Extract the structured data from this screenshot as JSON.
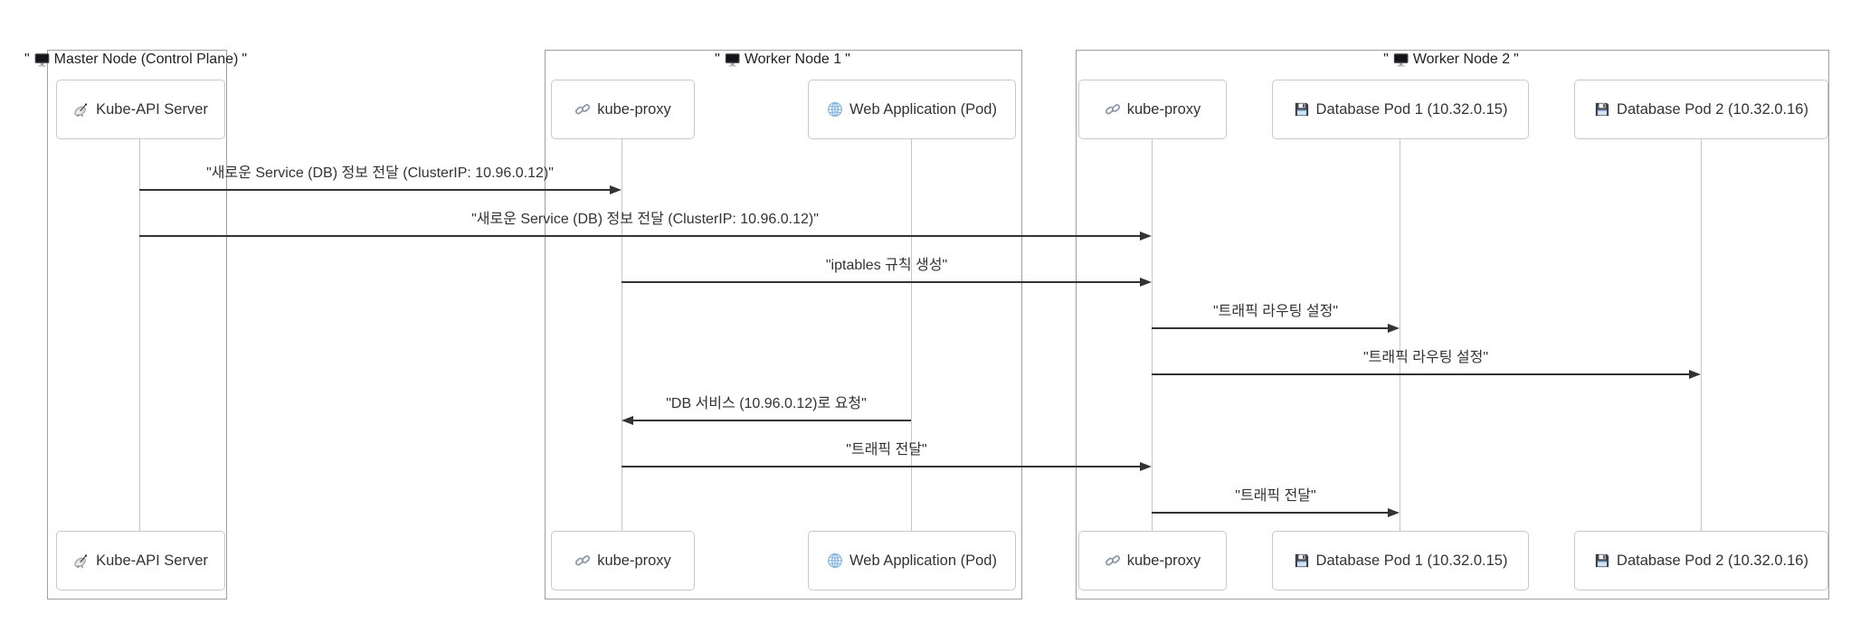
{
  "diagram": {
    "type": "sequence-diagram",
    "topic": "Kubernetes service traffic routing via kube-proxy",
    "background": "#ffffff",
    "colors": {
      "node_border": "#9f9f9f",
      "actor_border": "#c9c9c9",
      "actor_fill": "#ffffff",
      "lifeline": "#c6c6c6",
      "arrow": "#333333",
      "text": "#333333",
      "globe_icon_blue": "#7fb2e0"
    }
  },
  "nodes": [
    {
      "id": "master",
      "open_quote": "\"",
      "icon": "monitor-icon",
      "title": "Master Node (Control Plane)",
      "close_quote": "\""
    },
    {
      "id": "worker1",
      "open_quote": "\"",
      "icon": "monitor-icon",
      "title": "Worker Node 1",
      "close_quote": "\""
    },
    {
      "id": "worker2",
      "open_quote": "\"",
      "icon": "monitor-icon",
      "title": "Worker Node 2",
      "close_quote": "\""
    }
  ],
  "actors": [
    {
      "id": "kube-api-server",
      "node": "master",
      "icon": "satellite-icon",
      "label": "Kube-API Server"
    },
    {
      "id": "kube-proxy-worker1",
      "node": "worker1",
      "icon": "link-icon",
      "label": "kube-proxy"
    },
    {
      "id": "web-application-pod",
      "node": "worker1",
      "icon": "globe-icon",
      "label": "Web Application (Pod)"
    },
    {
      "id": "kube-proxy-worker2",
      "node": "worker2",
      "icon": "link-icon",
      "label": "kube-proxy"
    },
    {
      "id": "database-pod-1",
      "node": "worker2",
      "icon": "floppy-icon",
      "label": "Database Pod 1 (10.32.0.15)"
    },
    {
      "id": "database-pod-2",
      "node": "worker2",
      "icon": "floppy-icon",
      "label": "Database Pod 2 (10.32.0.16)"
    }
  ],
  "messages": [
    {
      "from": "kube-api-server",
      "to": "kube-proxy-worker1",
      "direction": "right",
      "text": "\"새로운 Service (DB) 정보 전달 (ClusterIP: 10.96.0.12)\""
    },
    {
      "from": "kube-api-server",
      "to": "kube-proxy-worker2",
      "direction": "right",
      "text": "\"새로운 Service (DB) 정보 전달 (ClusterIP: 10.96.0.12)\""
    },
    {
      "from": "kube-proxy-worker1",
      "to": "kube-proxy-worker2",
      "direction": "right",
      "text": "\"iptables 규칙 생성\""
    },
    {
      "from": "kube-proxy-worker2",
      "to": "database-pod-1",
      "direction": "right",
      "text": "\"트래픽 라우팅 설정\""
    },
    {
      "from": "kube-proxy-worker2",
      "to": "database-pod-2",
      "direction": "right",
      "text": "\"트래픽 라우팅 설정\""
    },
    {
      "from": "web-application-pod",
      "to": "kube-proxy-worker1",
      "direction": "left",
      "text": "\"DB 서비스 (10.96.0.12)로 요청\""
    },
    {
      "from": "kube-proxy-worker1",
      "to": "kube-proxy-worker2",
      "direction": "right",
      "text": "\"트래픽 전달\""
    },
    {
      "from": "kube-proxy-worker2",
      "to": "database-pod-1",
      "direction": "right",
      "text": "\"트래픽 전달\""
    }
  ]
}
